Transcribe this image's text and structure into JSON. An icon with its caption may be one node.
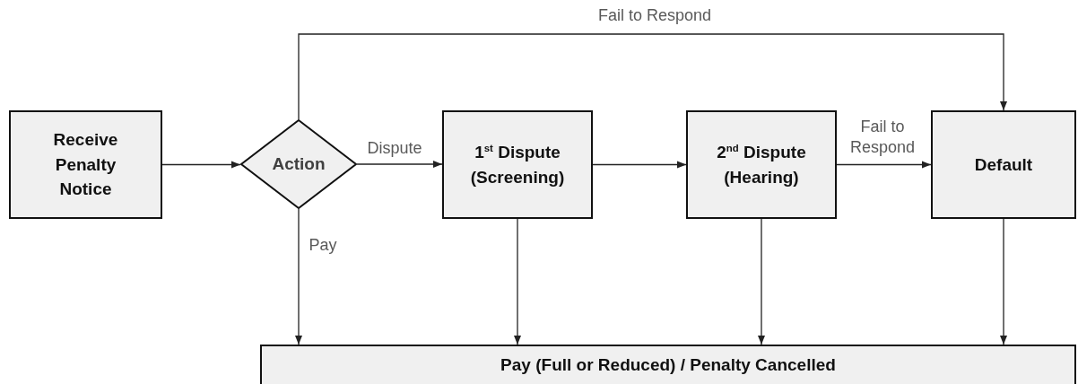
{
  "diagram": {
    "nodes": [
      {
        "text": [
          "Receive Penalty Notice"
        ]
      },
      {
        "text": [
          "Action"
        ]
      },
      {
        "text": [
          "1$^{st}$ Dispute (Screening)"
        ]
      },
      {
        "text": [
          "2$^{nd}$ Dispute (Hearing)"
        ]
      },
      {
        "text": [
          "Default"
        ]
      },
      {
        "text": [
          "Pay (Full or Reduced) / Penalty Cancelled"
        ]
      }
    ],
    "edges": [
      {
        "from": 0,
        "to": 1,
        "arrow": "to"
      },
      {
        "from": 1,
        "to": 2,
        "arrow": "to",
        "label": "Dispute"
      },
      {
        "from": 2,
        "to": 3,
        "arrow": "to"
      },
      {
        "from": 3,
        "to": 4,
        "arrow": "to",
        "label": "Fail to Respond"
      },
      {
        "from": 1,
        "to": 4,
        "arrow": "to",
        "label": "Fail to Respond"
      },
      {
        "from": 1,
        "to": 5,
        "arrow": "to",
        "label": "Pay"
      },
      {
        "from": 2,
        "to": 5,
        "arrow": "to"
      },
      {
        "from": 3,
        "to": 5,
        "arrow": "to"
      },
      {
        "from": 4,
        "to": 5,
        "arrow": "to"
      }
    ]
  }
}
